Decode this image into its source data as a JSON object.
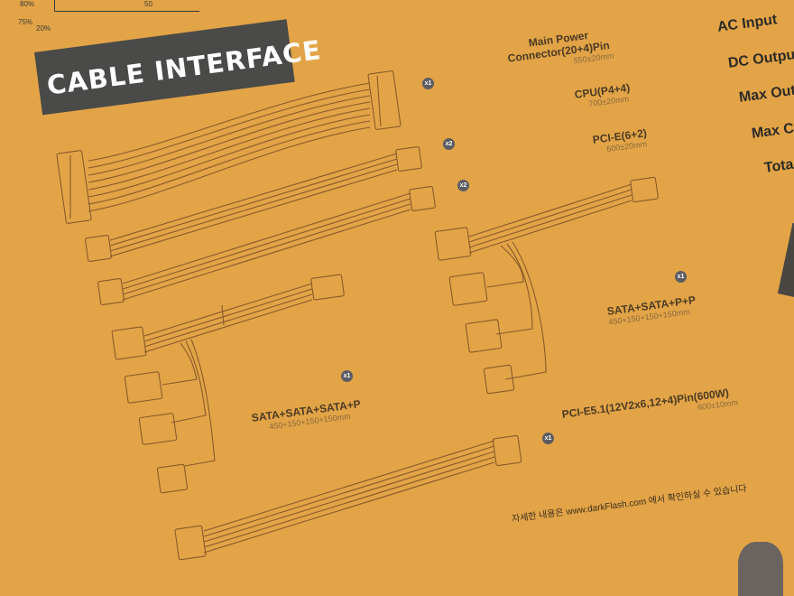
{
  "banner": {
    "title": "CABLE INTERFACE"
  },
  "top_fragments": {
    "left_a": "80%",
    "left_b": "75%",
    "left_c": "20%",
    "left_d": "50"
  },
  "cables": [
    {
      "name": "Main Power Connector(20+4)Pin",
      "line1": "Main Power",
      "line2": "Connector(20+4)Pin",
      "length": "550±20mm",
      "qty": "x1"
    },
    {
      "name": "CPU(P4+4)",
      "length": "700±20mm",
      "qty": "x2"
    },
    {
      "name": "PCI-E(6+2)",
      "length": "600±20mm",
      "qty": "x2"
    },
    {
      "name": "SATA+SATA+P+P",
      "length": "450+150+150+150mm",
      "qty": "x1"
    },
    {
      "name": "SATA+SATA+SATA+P",
      "length": "450+150+150+150mm",
      "qty": "x1"
    },
    {
      "name": "PCI-E5.1(12V2x6,12+4)Pin(600W)",
      "length": "600±10mm",
      "qty": "x1"
    }
  ],
  "specs": [
    "AC Input",
    "DC Output",
    "Max Out",
    "Max Co",
    "Tota"
  ],
  "footer": "자세한 내용은 www.darkFlash.com 에서 확인하실 수 있습니다"
}
